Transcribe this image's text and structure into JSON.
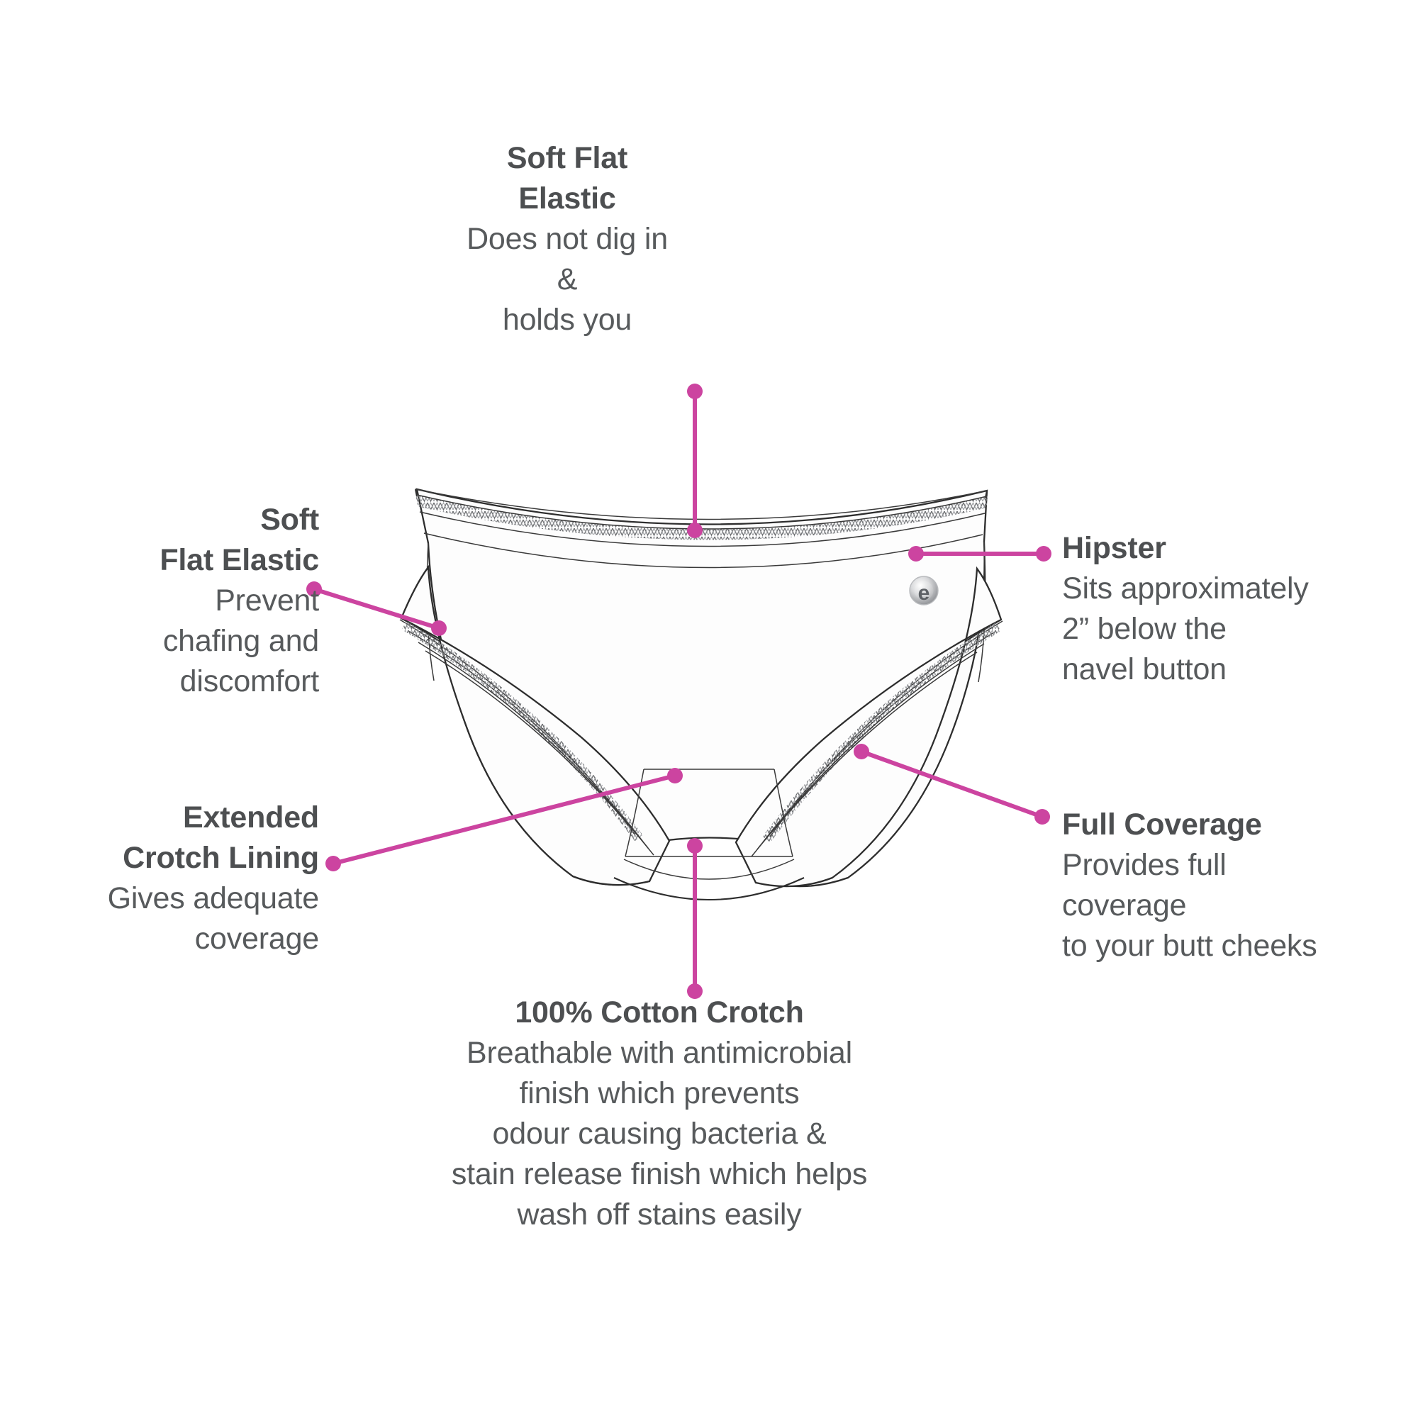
{
  "diagram": {
    "kind": "product-feature-callout",
    "product": "women's hipster panty technical flat sketch",
    "accent_color": "#cc44a0",
    "text_color": "#4d4f51",
    "background_color": "#ffffff",
    "brand_mark": "e"
  },
  "callouts": {
    "top_elastic": {
      "title": "Soft Flat\nElastic",
      "body": "Does not dig in\n&\nholds you"
    },
    "left_elastic": {
      "title": "Soft\nFlat Elastic",
      "body": "Prevent\nchafing and\ndiscomfort"
    },
    "left_crotch_lining": {
      "title": "Extended\nCrotch Lining",
      "body": "Gives adequate\ncoverage"
    },
    "hipster": {
      "title": "Hipster",
      "body": "Sits approximately\n2” below the\nnavel button"
    },
    "full_coverage": {
      "title": "Full Coverage",
      "body": "Provides full\ncoverage\nto your butt cheeks"
    },
    "cotton_crotch": {
      "title": "100% Cotton Crotch",
      "body": "Breathable with antimicrobial\nfinish which prevents\nodour causing bacteria &\nstain release finish which helps\nwash off stains easily"
    }
  }
}
